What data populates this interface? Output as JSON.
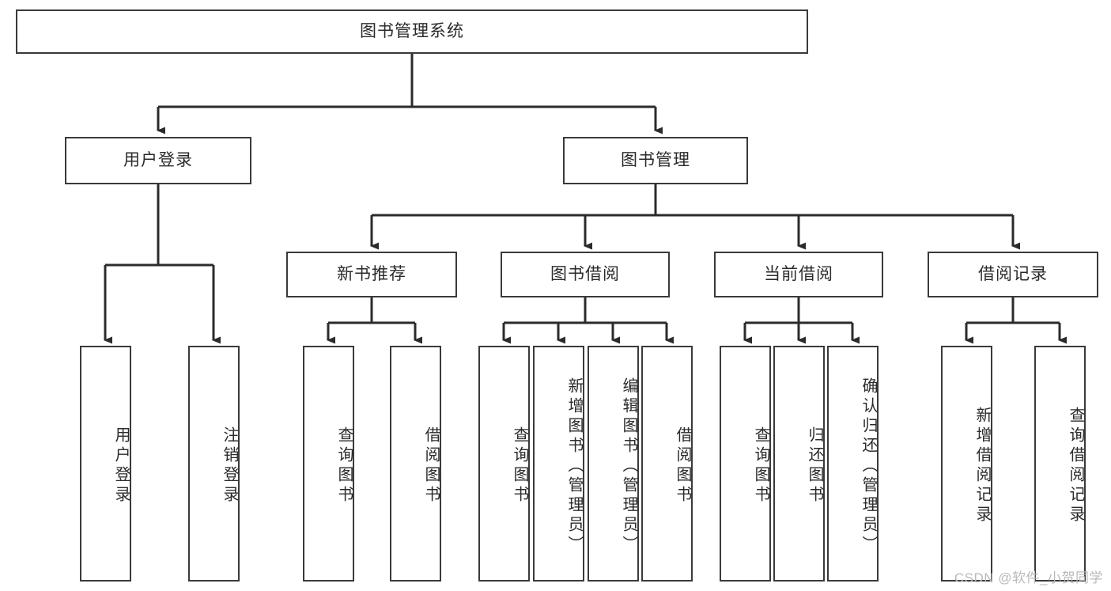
{
  "diagram": {
    "type": "tree",
    "title": "图书管理系统",
    "orientation": "top-down",
    "colors": {
      "background": "#ffffff",
      "node_border": "#3a3a3a",
      "node_fill": "#ffffff",
      "connector": "#2b2b2b",
      "text": "#2b2b2b",
      "watermark": "#b9b9b9"
    },
    "root": {
      "label": "图书管理系统",
      "orientation": "horizontal"
    },
    "level2": [
      {
        "label": "用户登录",
        "orientation": "horizontal"
      },
      {
        "label": "图书管理",
        "orientation": "horizontal"
      }
    ],
    "level3": [
      {
        "label": "新书推荐",
        "orientation": "horizontal",
        "parent": "图书管理"
      },
      {
        "label": "图书借阅",
        "orientation": "horizontal",
        "parent": "图书管理"
      },
      {
        "label": "当前借阅",
        "orientation": "horizontal",
        "parent": "图书管理"
      },
      {
        "label": "借阅记录",
        "orientation": "horizontal",
        "parent": "图书管理"
      }
    ],
    "leaves": [
      {
        "label": "用户登录",
        "parent": "用户登录",
        "orientation": "vertical"
      },
      {
        "label": "注销登录",
        "parent": "用户登录",
        "orientation": "vertical"
      },
      {
        "label": "查询图书",
        "parent": "新书推荐",
        "orientation": "vertical"
      },
      {
        "label": "借阅图书",
        "parent": "新书推荐",
        "orientation": "vertical"
      },
      {
        "label": "查询图书",
        "parent": "图书借阅",
        "orientation": "vertical"
      },
      {
        "label": "新增图书（管理员）",
        "parent": "图书借阅",
        "orientation": "vertical"
      },
      {
        "label": "编辑图书（管理员）",
        "parent": "图书借阅",
        "orientation": "vertical"
      },
      {
        "label": "借阅图书",
        "parent": "图书借阅",
        "orientation": "vertical"
      },
      {
        "label": "查询图书",
        "parent": "当前借阅",
        "orientation": "vertical"
      },
      {
        "label": "归还图书",
        "parent": "当前借阅",
        "orientation": "vertical"
      },
      {
        "label": "确认归还（管理员）",
        "parent": "当前借阅",
        "orientation": "vertical"
      },
      {
        "label": "新增借阅记录",
        "parent": "借阅记录",
        "orientation": "vertical"
      },
      {
        "label": "查询借阅记录",
        "parent": "借阅记录",
        "orientation": "vertical"
      }
    ]
  },
  "watermark": {
    "text": "CSDN @软件_小贺同学"
  }
}
